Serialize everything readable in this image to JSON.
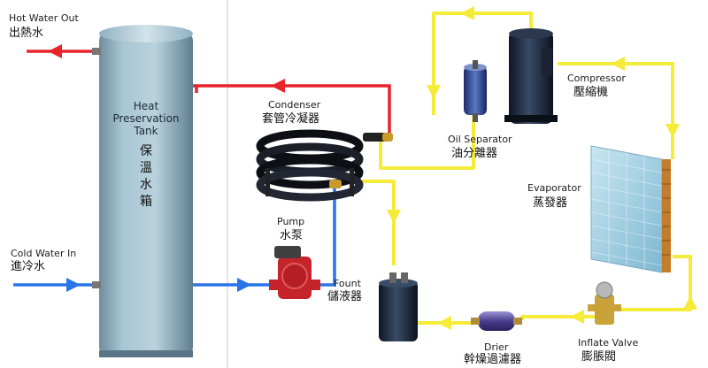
{
  "colors": {
    "hot_pipe": "#e8242b",
    "cold_pipe": "#2a74e8",
    "refrigerant_pipe": "#f5ec3a",
    "tank": "#9fbccb",
    "evaporator": "#a8d4e8",
    "background": "#ffffff"
  },
  "labels": {
    "hot_water_out_en": "Hot Water Out",
    "hot_water_out_cn": "出熱水",
    "cold_water_in_en": "Cold Water In",
    "cold_water_in_cn": "進冷水",
    "tank_en_1": "Heat",
    "tank_en_2": "Preservation",
    "tank_en_3": "Tank",
    "tank_cn": "保溫水箱",
    "condenser_en": "Condenser",
    "condenser_cn": "套管冷凝器",
    "pump_en": "Pump",
    "pump_cn": "水泵",
    "oil_separator_en": "Oil Separator",
    "oil_separator_cn": "油分離器",
    "compressor_en": "Compressor",
    "compressor_cn": "壓縮機",
    "evaporator_en": "Evaporator",
    "evaporator_cn": "蒸發器",
    "fount_en": "Fount",
    "fount_cn": "儲液器",
    "drier_en": "Drier",
    "drier_cn": "幹燥過濾器",
    "inflate_valve_en": "Inflate Valve",
    "inflate_valve_cn": "膨脹閥"
  },
  "icons": {
    "tank": "storage-tank-icon",
    "condenser": "coil-condenser-icon",
    "pump": "circulation-pump-icon",
    "oil_separator": "oil-separator-icon",
    "compressor": "compressor-icon",
    "evaporator": "evaporator-fin-icon",
    "fount": "receiver-tank-icon",
    "drier": "filter-drier-icon",
    "inflate_valve": "expansion-valve-icon"
  }
}
